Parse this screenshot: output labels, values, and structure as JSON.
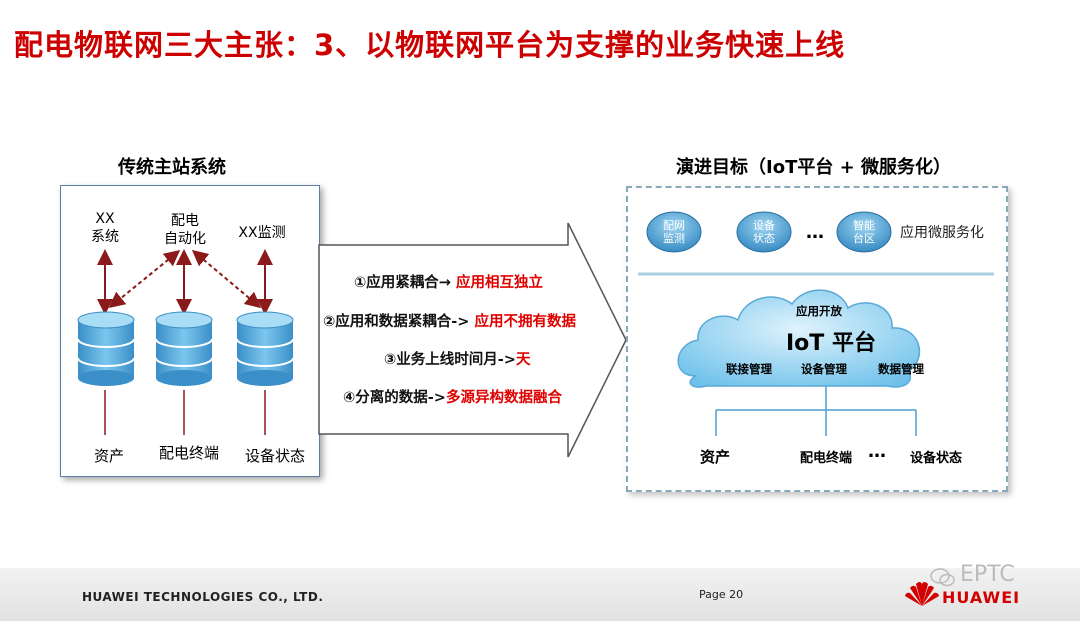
{
  "title": "配电物联网三大主张：3、以物联网平台为支撑的业务快速上线",
  "left": {
    "heading": "传统主站系统",
    "top_labels": [
      "XX\n系统",
      "配电\n自动化",
      "XX监测"
    ],
    "bottom_labels": [
      "资产",
      "配电终端",
      "设备状态"
    ]
  },
  "middle": {
    "items": [
      {
        "black": "①应用紧耦合→ ",
        "red": "应用相互独立"
      },
      {
        "black": "②应用和数据紧耦合-> ",
        "red": "应用不拥有数据"
      },
      {
        "black": "③业务上线时间月->",
        "red": "天"
      },
      {
        "black": "④分离的数据->",
        "red": "多源异构数据融合"
      }
    ]
  },
  "right": {
    "heading": "演进目标（IoT平台 + 微服务化）",
    "services": [
      "配网\n监测",
      "设备\n状态",
      "智能\n台区"
    ],
    "service_ellipsis": "…",
    "service_caption": "应用微服务化",
    "cloud_top": "应用开放",
    "cloud_title": "IoT 平台",
    "cloud_modules": [
      "联接管理",
      "设备管理",
      "数据管理"
    ],
    "bottom_items": [
      "资产",
      "配电终端",
      "…",
      "设备状态"
    ]
  },
  "footer": {
    "company": "HUAWEI TECHNOLOGIES CO., LTD.",
    "page": "Page 20",
    "watermark": "EPTC",
    "brand": "HUAWEI"
  },
  "colors": {
    "title": "#cc0000",
    "red_text": "#e00000",
    "db_blue": "#4aa6d8",
    "service_blue": "#3d8fc4",
    "brand_red": "#d40000"
  }
}
